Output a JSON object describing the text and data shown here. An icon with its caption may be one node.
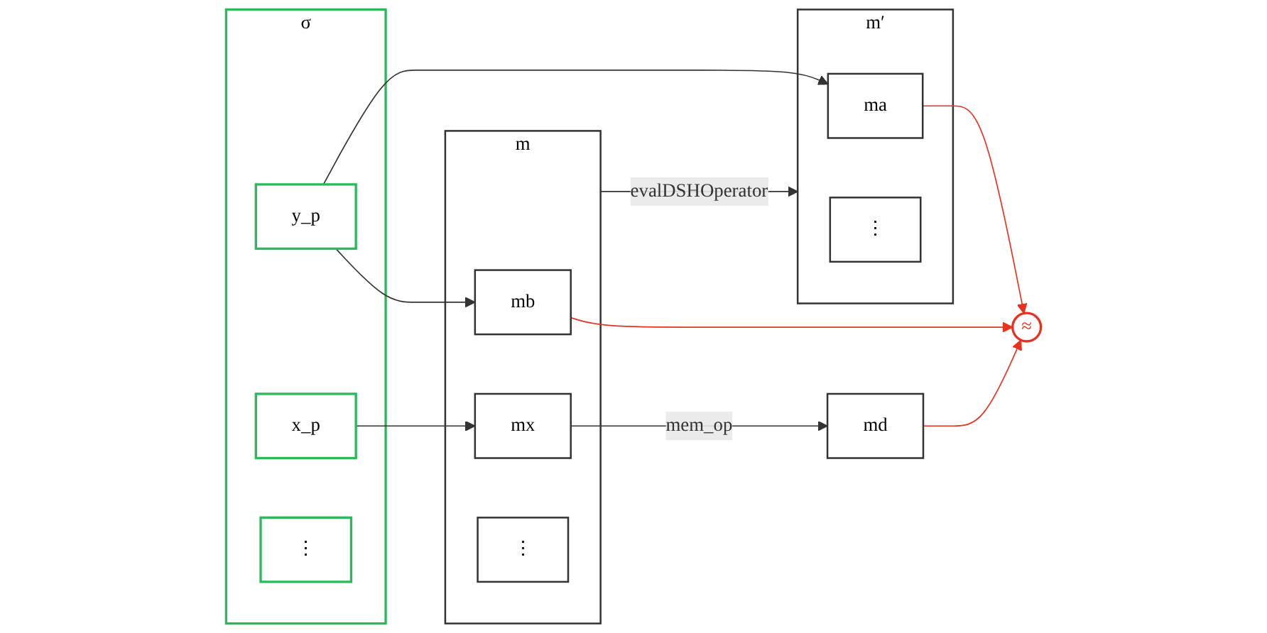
{
  "diagram": {
    "nodes": [
      {
        "text": [
          "σ"
        ]
      },
      {
        "text": [
          "y_p"
        ],
        "in": 0
      },
      {
        "text": [
          "x_p"
        ],
        "in": 0
      },
      {
        "text": [
          "⋮"
        ],
        "in": 0
      },
      {
        "text": [
          "m"
        ]
      },
      {
        "text": [
          "mb"
        ],
        "in": 4
      },
      {
        "text": [
          "mx"
        ],
        "in": 4
      },
      {
        "text": [
          "⋮"
        ],
        "in": 4
      },
      {
        "text": [
          "md"
        ]
      },
      {
        "text": [
          "≈"
        ]
      },
      {
        "text": [
          "m′"
        ]
      },
      {
        "text": [
          "ma"
        ],
        "in": 10
      },
      {
        "text": [
          "⋮"
        ],
        "in": 10
      }
    ],
    "edges": [
      {
        "from": 4,
        "to": 10,
        "arrow": "to",
        "label": "evalDSHOperator"
      },
      {
        "from": 1,
        "to": 5,
        "arrow": "to"
      },
      {
        "from": 2,
        "to": 6,
        "arrow": "to"
      },
      {
        "from": 6,
        "to": 8,
        "arrow": "to",
        "label": "mem_op"
      },
      {
        "from": 5,
        "to": 9,
        "arrow": "to",
        "color": "#e8321e"
      },
      {
        "from": 11,
        "to": 9,
        "arrow": "to",
        "color": "#e8321e"
      },
      {
        "from": 8,
        "to": 9,
        "arrow": "to",
        "color": "#e8321e"
      },
      {
        "from": 1,
        "to": 11,
        "arrow": "to"
      }
    ]
  }
}
